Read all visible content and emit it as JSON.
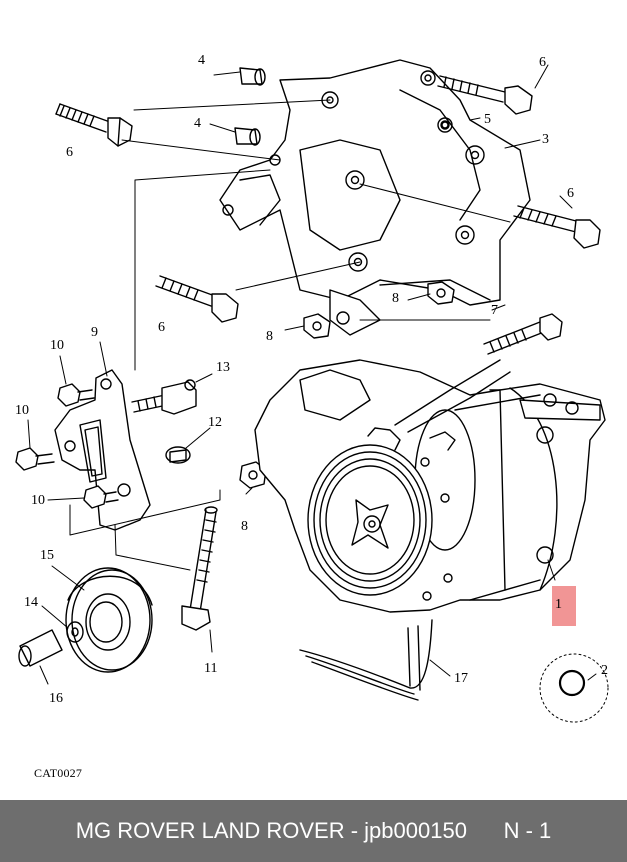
{
  "callouts": {
    "c1": "1",
    "c2": "2",
    "c3": "3",
    "c4a": "4",
    "c4b": "4",
    "c5": "5",
    "c6a": "6",
    "c6b": "6",
    "c6c": "6",
    "c6d": "6",
    "c7": "7",
    "c8a": "8",
    "c8b": "8",
    "c8c": "8",
    "c9": "9",
    "c10a": "10",
    "c10b": "10",
    "c10c": "10",
    "c11": "11",
    "c12": "12",
    "c13": "13",
    "c14": "14",
    "c15": "15",
    "c16": "16",
    "c17": "17"
  },
  "catalog_code": "CAT0027",
  "footer": {
    "text": "MG ROVER LAND ROVER - jpb000150      N - 1"
  },
  "highlight_color": "#f08a8a"
}
